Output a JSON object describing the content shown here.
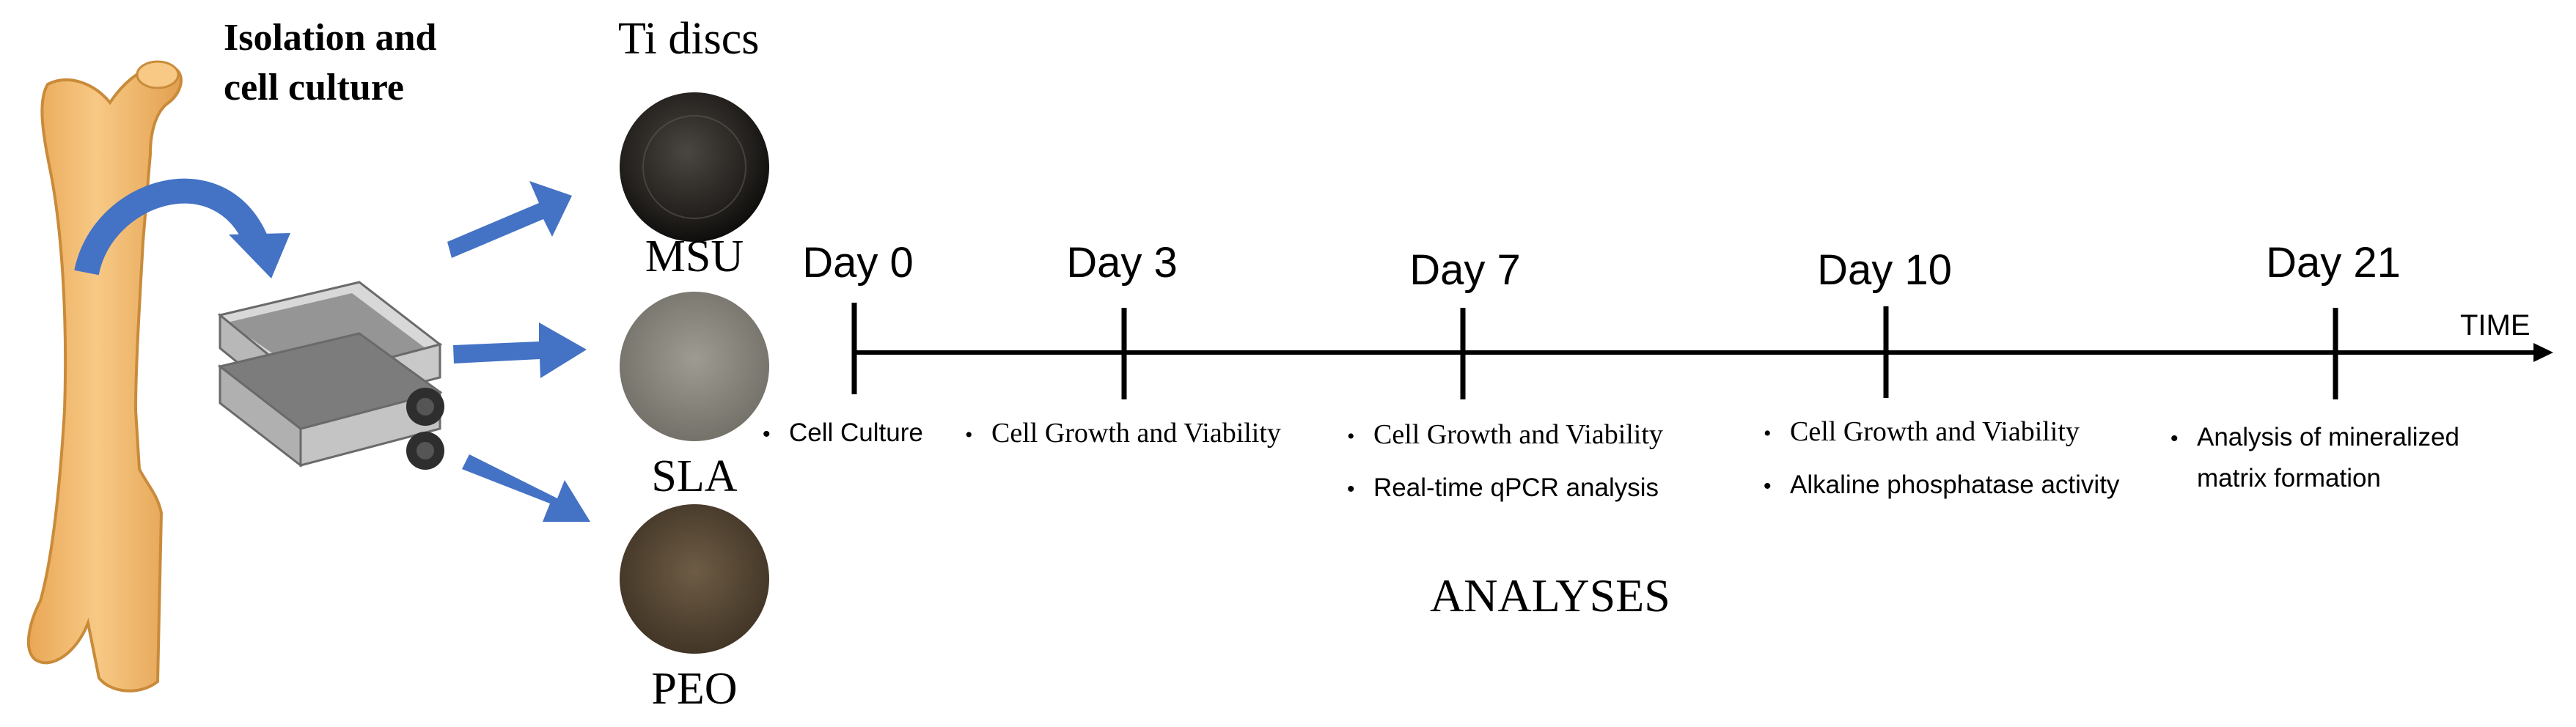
{
  "isolation": {
    "line1": "Isolation  and",
    "line2": "cell culture"
  },
  "discs": {
    "header": "Ti discs",
    "items": [
      {
        "label": "MSU",
        "color": "#2a2724"
      },
      {
        "label": "SLA",
        "color": "#8c8a80"
      },
      {
        "label": "PEO",
        "color": "#5a4a38"
      }
    ]
  },
  "timeline": {
    "axis_label": "TIME",
    "days": [
      {
        "label": "Day 0",
        "analyses": [
          "Cell Culture"
        ]
      },
      {
        "label": "Day 3",
        "analyses": [
          "Cell Growth and Viability"
        ]
      },
      {
        "label": "Day 7",
        "analyses": [
          "Cell Growth and Viability",
          "Real-time qPCR analysis"
        ]
      },
      {
        "label": "Day 10",
        "analyses": [
          "Cell Growth and Viability",
          "Alkaline phosphatase activity"
        ]
      },
      {
        "label": "Day 21",
        "analyses": [
          "Analysis  of  mineralized",
          "matrix formation"
        ]
      }
    ]
  },
  "analyses_title": "ANALYSES",
  "colors": {
    "arrow": "#4472c4",
    "bone": "#f6c47e",
    "bone_stroke": "#c98b3a",
    "axis": "#000000"
  }
}
